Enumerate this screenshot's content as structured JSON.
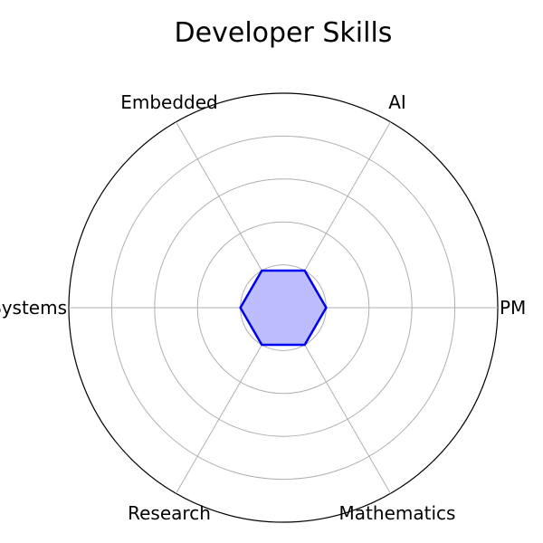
{
  "chart_data": {
    "type": "radar",
    "title": "Developer Skills",
    "categories": [
      "PM",
      "AI",
      "Embedded",
      "Systems",
      "Research",
      "Mathematics"
    ],
    "series": [
      {
        "values": [
          1,
          1,
          1,
          1,
          1,
          1
        ]
      }
    ],
    "rlim": [
      0,
      5
    ],
    "rticks": [
      1,
      2,
      3,
      4,
      5
    ],
    "rtick_labels_visible": false,
    "grid": true,
    "colors": {
      "line": "#0000ee",
      "fill": "#bdbdfd",
      "grid": "#b0b0b0",
      "outer_circle": "#000000"
    }
  }
}
